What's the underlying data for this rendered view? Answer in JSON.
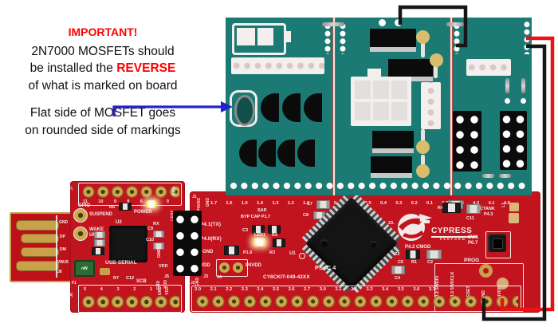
{
  "annotation": {
    "title": "IMPORTANT!",
    "line1": "2N7000 MOSFETs should",
    "line2_pre": "be installed the ",
    "line2_em": "REVERSE",
    "line3": "of what is marked on board",
    "line4": "Flat side of MOSFET goes",
    "line5": "on rounded side of markings"
  },
  "colors": {
    "teal": "#1b7b74",
    "pcb_red": "#c2141f",
    "gold": "#c9a14b",
    "wire_red": "#e81414",
    "wire_black": "#161616",
    "arrow_blue": "#2323cc",
    "important_red": "#ff0000"
  },
  "red_board": {
    "usb_section": {
      "j7": "J7",
      "j7_pins": [
        "11",
        "10",
        "9",
        "8",
        "6",
        "1",
        "0"
      ],
      "j7_gnd": "GND",
      "gpio": "GPIO",
      "suspend": "SUSPEND",
      "wake_up": "WAKE UP",
      "r5": "R5",
      "power": "POWER",
      "led2": "LED2",
      "u2": "U2",
      "usb_serial": "USB-SERIAL",
      "rx": "RX",
      "c9": "C9",
      "tx": "TX",
      "c10": "C10",
      "gnd_mid": "GND",
      "vdd_mid": "VDD",
      "j5": "J5",
      "gnd_j5": "GND",
      "vdd_j5": "VDD",
      "nw": "nW",
      "r7": "R7",
      "c12": "C12",
      "scb": "SCB",
      "j6": "J6",
      "j6_pins": [
        "5",
        "4",
        "3",
        "2",
        "1"
      ],
      "j6_gnd": "GND",
      "j6_vdd": "VDD",
      "f1": "F1",
      "j8": "J8",
      "usb_pins": [
        "GND",
        "DP",
        "DM",
        "VBUS"
      ]
    },
    "main_section": {
      "top_pins": [
        "1.7",
        "1.6",
        "1.5",
        "1.4",
        "1.3",
        "1.2",
        "1.1",
        "1.0",
        "0.7",
        "0.6",
        "0.5",
        "0.4",
        "0.3",
        "0.2",
        "0.1",
        "0.0",
        "4.3",
        "4.2",
        "4.1",
        "4.0"
      ],
      "bottom_pins": [
        "2.0",
        "2.1",
        "2.2",
        "2.3",
        "2.4",
        "2.5",
        "2.6",
        "2.7",
        "3.0",
        "3.1",
        "3.2",
        "3.3",
        "3.4",
        "3.5",
        "3.6",
        "3.7"
      ],
      "prog_pins": [
        "P3.2 SWDIO",
        "P3.3 SWDCLK",
        "RESET",
        "GND",
        "P4VDD"
      ],
      "j1": "J1",
      "p4vdd_left": "P4VDD",
      "gnd_left": "GND",
      "tx": "P4.1(TX)",
      "rx": "P4.0(RX)",
      "gnd_mid": "GND",
      "vdd_mid": "VDD",
      "j3": "J3",
      "j4": "J4",
      "p4vdd_mid": "P4VDD",
      "sar": "SAR",
      "byp": "BYP CAP P1.7",
      "c3": "C3",
      "led1": "LED1",
      "r2": "R2",
      "r6": "R6",
      "p16": "P1.6",
      "r3": "R3",
      "u1": "U1",
      "c7": "C7",
      "c8": "C8",
      "c1": "C1",
      "p23": "23.",
      "psoc": "PSoC 4",
      "kit": "CY8CKIT-049-42XX",
      "j2": "J2",
      "gnd_bot": "GND",
      "brand": "CYPRESS",
      "brand_sub": "PERFORM",
      "r4": "R4",
      "ctank": "CTANK",
      "p43": "P4.3",
      "c11": "C11",
      "l1": "L1",
      "p42cmod": "P4.2 CMOD",
      "z2": "Z2",
      "c5": "C5",
      "r1": "R1",
      "c2": "C2",
      "c4": "C4",
      "sw1": "SW1",
      "p07": "P0.7",
      "prog": "PROG"
    }
  }
}
